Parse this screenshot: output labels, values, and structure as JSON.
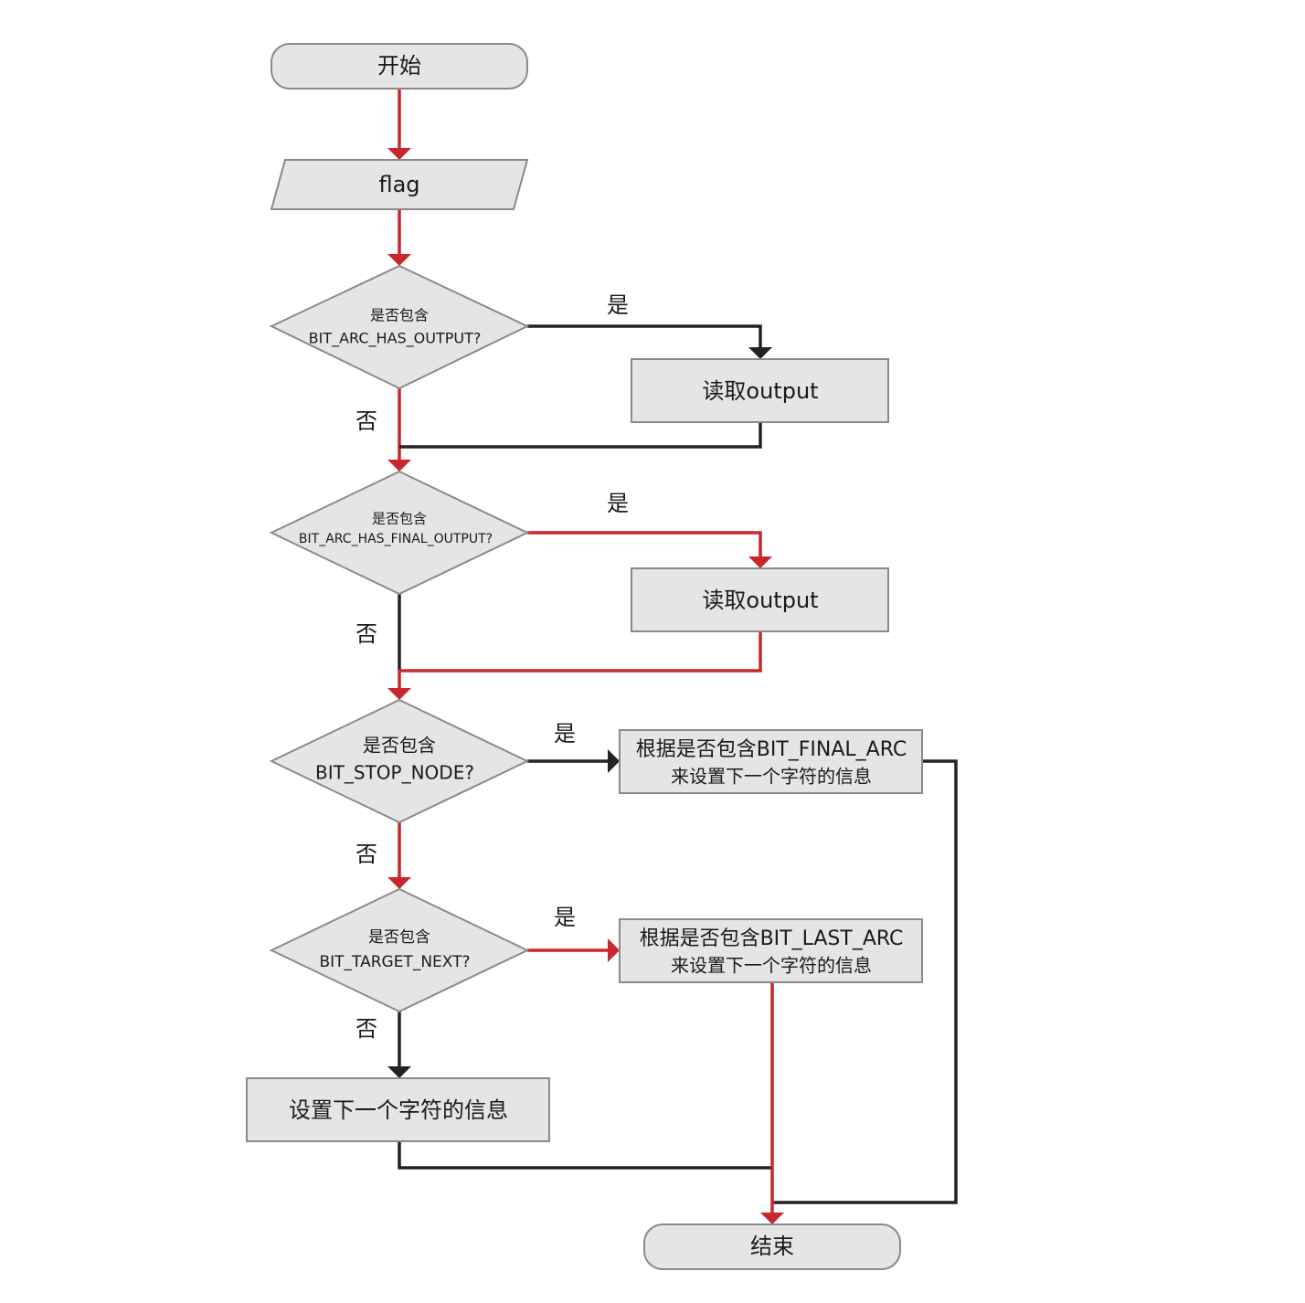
{
  "nodes": {
    "start": "开始",
    "flag": "flag",
    "decision1": {
      "line1": "是否包含",
      "line2": "BIT_ARC_HAS_OUTPUT?"
    },
    "read_output_1": "读取output",
    "decision2": {
      "line1": "是否包含",
      "line2": "BIT_ARC_HAS_FINAL_OUTPUT?"
    },
    "read_output_2": "读取output",
    "decision3": {
      "line1": "是否包含",
      "line2": "BIT_STOP_NODE?"
    },
    "final_arc_box": {
      "line1": "根据是否包含BIT_FINAL_ARC",
      "line2": "来设置下一个字符的信息"
    },
    "decision4": {
      "line1": "是否包含",
      "line2": "BIT_TARGET_NEXT?"
    },
    "last_arc_box": {
      "line1": "根据是否包含BIT_LAST_ARC",
      "line2": "来设置下一个字符的信息"
    },
    "set_next_box": "设置下一个字符的信息",
    "end": "结束"
  },
  "edge_labels": {
    "yes": "是",
    "no": "否"
  },
  "colors": {
    "node_fill": "#e5e5e5",
    "node_stroke": "#8a8a8a",
    "edge_red": "#c9272c",
    "edge_black": "#222222"
  }
}
